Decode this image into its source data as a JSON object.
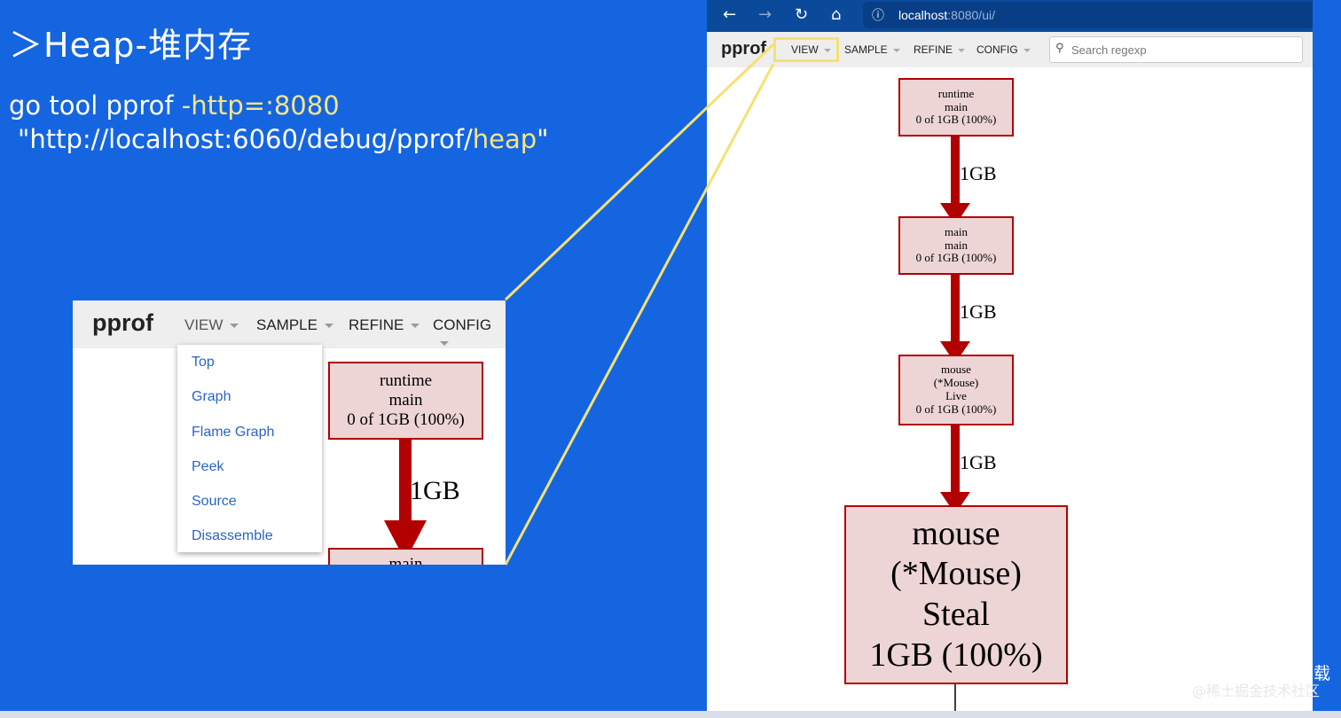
{
  "slide": {
    "title": "＞Heap-堆内存",
    "cmd_line1_prefix": "go tool pprof ",
    "cmd_line1_highlight": "-http=:8080",
    "cmd_line2_prefix": "\"http://localhost:6060/debug/pprof/",
    "cmd_line2_highlight": "heap",
    "cmd_line2_suffix": "\"",
    "side_char": "载",
    "watermark": "@稀土掘金技术社区"
  },
  "colors": {
    "slide_bg": "#1565e0",
    "highlight_text": "#f4e58a",
    "node_fill": "#edd5d6",
    "node_border": "#b20000",
    "edge": "#b20000",
    "callout": "#f4e174"
  },
  "zoom": {
    "logo": "pprof",
    "menus": [
      "VIEW",
      "SAMPLE",
      "REFINE",
      "CONFIG"
    ],
    "dropdown": [
      "Top",
      "Graph",
      "Flame Graph",
      "Peek",
      "Source",
      "Disassemble"
    ],
    "node1": [
      "runtime",
      "main",
      "0 of 1GB (100%)"
    ],
    "edge_label": "1GB",
    "node2_partial": "main"
  },
  "browser": {
    "nav_icons": [
      "back-icon",
      "forward-icon",
      "reload-icon",
      "home-icon",
      "info-icon"
    ],
    "url_host": "localhost",
    "url_rest": ":8080/ui/",
    "logo": "pprof",
    "menus": [
      "VIEW",
      "SAMPLE",
      "REFINE",
      "CONFIG"
    ],
    "search_placeholder": "Search regexp"
  },
  "graph": {
    "nodes": [
      [
        "runtime",
        "main",
        "0 of 1GB (100%)"
      ],
      [
        "main",
        "main",
        "0 of 1GB (100%)"
      ],
      [
        "mouse",
        "(*Mouse)",
        "Live",
        "0 of 1GB (100%)"
      ],
      [
        "mouse",
        "(*Mouse)",
        "Steal",
        "1GB (100%)"
      ]
    ],
    "edges": [
      "1GB",
      "1GB",
      "1GB"
    ]
  }
}
